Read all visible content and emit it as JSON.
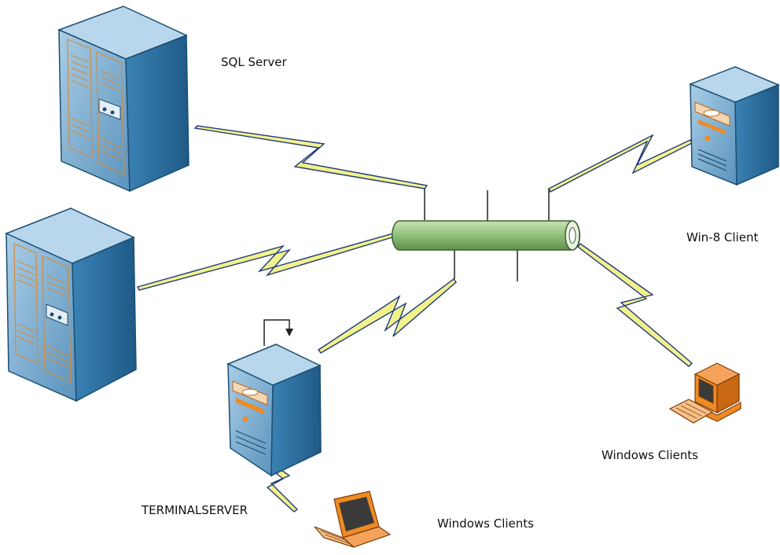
{
  "labels": {
    "sql_server": "SQL Server",
    "win8_client": "Win-8 Client",
    "terminal_server": "TERMINALSERVER",
    "windows_clients_desktop": "Windows Clients",
    "windows_clients_laptop": "Windows Clients"
  },
  "icons": {
    "rack_server_1": "rack-server-icon",
    "rack_server_2": "rack-server-icon",
    "tower_server_terminal": "tower-server-icon",
    "tower_client_win8": "tower-pc-icon",
    "desktop_client": "desktop-computer-icon",
    "laptop_client": "laptop-icon",
    "network_bus": "network-cable-bus-icon"
  },
  "colors": {
    "server_face": "#6fa3c7",
    "server_side": "#2e6f9e",
    "server_top": "#b9d7ec",
    "orange": "#f08a24",
    "bus": "#8fc07a",
    "link_stroke": "#1f3a7a",
    "link_fill": "#f2f28c"
  }
}
